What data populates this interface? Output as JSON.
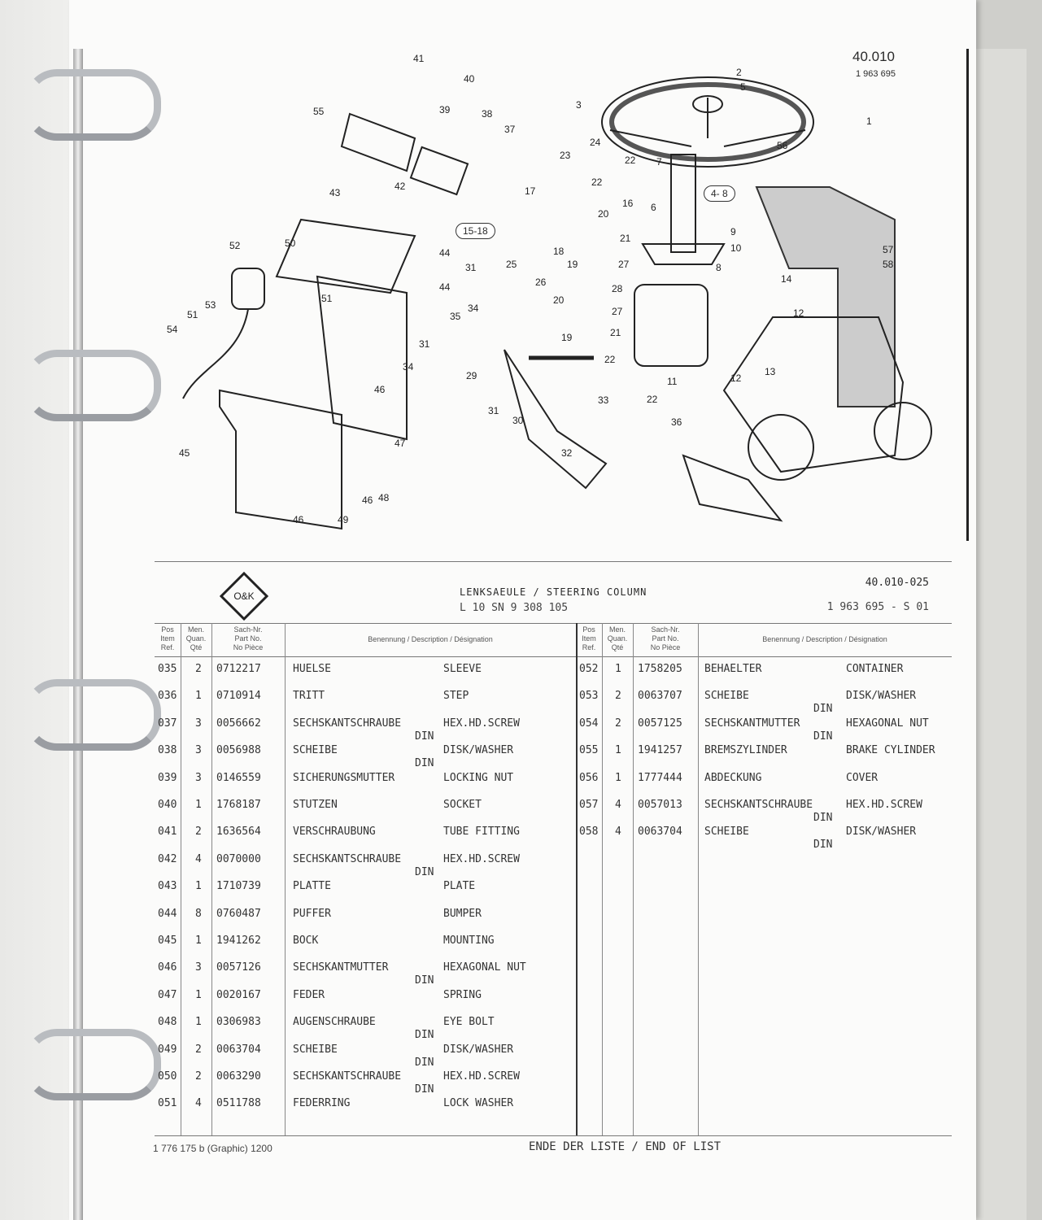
{
  "sheet": {
    "number": "40.010",
    "sub": "1 963 695"
  },
  "diagram": {
    "callouts": [
      "41",
      "40",
      "39",
      "38",
      "37",
      "55",
      "42",
      "43",
      "52",
      "50",
      "51",
      "53",
      "51",
      "54",
      "45",
      "47",
      "46",
      "49",
      "46",
      "48",
      "44",
      "44",
      "31",
      "35",
      "34",
      "31",
      "29",
      "31",
      "30",
      "32",
      "36",
      "46",
      "34",
      "23",
      "24",
      "22",
      "22",
      "16",
      "17",
      "25",
      "18",
      "19",
      "20",
      "21",
      "27",
      "26",
      "28",
      "20",
      "27",
      "19",
      "21",
      "22",
      "33",
      "22",
      "3",
      "2",
      "5",
      "1",
      "56",
      "7",
      "6",
      "9",
      "10",
      "8",
      "14",
      "12",
      "12",
      "13",
      "11",
      "57",
      "58"
    ],
    "tags": [
      "4- 8",
      "15-18"
    ]
  },
  "table": {
    "logo": "O&K",
    "title": "LENKSAEULE   / STEERING COLUMN",
    "subtitle": "L 10   SN  9 308 105",
    "doc_no": "40.010-025",
    "doc_sub": "1 963 695 - S 01",
    "headers": {
      "pos": "Pos\nItem\nRef.",
      "qty": "Men.\nQuan.\nQté",
      "part": "Sach-Nr.\nPart No.\nNo Pièce",
      "desc": "Benennung / Description / Désignation"
    },
    "left_rows": [
      {
        "pos": "035",
        "qty": "2",
        "part": "0712217",
        "de": "HUELSE",
        "en": "SLEEVE",
        "din": ""
      },
      {
        "pos": "036",
        "qty": "1",
        "part": "0710914",
        "de": "TRITT",
        "en": "STEP",
        "din": ""
      },
      {
        "pos": "037",
        "qty": "3",
        "part": "0056662",
        "de": "SECHSKANTSCHRAUBE",
        "en": "HEX.HD.SCREW",
        "din": "DIN"
      },
      {
        "pos": "038",
        "qty": "3",
        "part": "0056988",
        "de": "SCHEIBE",
        "en": "DISK/WASHER",
        "din": "DIN"
      },
      {
        "pos": "039",
        "qty": "3",
        "part": "0146559",
        "de": "SICHERUNGSMUTTER",
        "en": "LOCKING NUT",
        "din": ""
      },
      {
        "pos": "040",
        "qty": "1",
        "part": "1768187",
        "de": "STUTZEN",
        "en": "SOCKET",
        "din": ""
      },
      {
        "pos": "041",
        "qty": "2",
        "part": "1636564",
        "de": "VERSCHRAUBUNG",
        "en": "TUBE FITTING",
        "din": ""
      },
      {
        "pos": "042",
        "qty": "4",
        "part": "0070000",
        "de": "SECHSKANTSCHRAUBE",
        "en": "HEX.HD.SCREW",
        "din": "DIN"
      },
      {
        "pos": "043",
        "qty": "1",
        "part": "1710739",
        "de": "PLATTE",
        "en": "PLATE",
        "din": ""
      },
      {
        "pos": "044",
        "qty": "8",
        "part": "0760487",
        "de": "PUFFER",
        "en": "BUMPER",
        "din": ""
      },
      {
        "pos": "045",
        "qty": "1",
        "part": "1941262",
        "de": "BOCK",
        "en": "MOUNTING",
        "din": ""
      },
      {
        "pos": "046",
        "qty": "3",
        "part": "0057126",
        "de": "SECHSKANTMUTTER",
        "en": "HEXAGONAL NUT",
        "din": "DIN"
      },
      {
        "pos": "047",
        "qty": "1",
        "part": "0020167",
        "de": "FEDER",
        "en": "SPRING",
        "din": ""
      },
      {
        "pos": "048",
        "qty": "1",
        "part": "0306983",
        "de": "AUGENSCHRAUBE",
        "en": "EYE BOLT",
        "din": "DIN"
      },
      {
        "pos": "049",
        "qty": "2",
        "part": "0063704",
        "de": "SCHEIBE",
        "en": "DISK/WASHER",
        "din": "DIN"
      },
      {
        "pos": "050",
        "qty": "2",
        "part": "0063290",
        "de": "SECHSKANTSCHRAUBE",
        "en": "HEX.HD.SCREW",
        "din": "DIN"
      },
      {
        "pos": "051",
        "qty": "4",
        "part": "0511788",
        "de": "FEDERRING",
        "en": "LOCK WASHER",
        "din": ""
      }
    ],
    "right_rows": [
      {
        "pos": "052",
        "qty": "1",
        "part": "1758205",
        "de": "BEHAELTER",
        "en": "CONTAINER",
        "din": ""
      },
      {
        "pos": "053",
        "qty": "2",
        "part": "0063707",
        "de": "SCHEIBE",
        "en": "DISK/WASHER",
        "din": "DIN"
      },
      {
        "pos": "054",
        "qty": "2",
        "part": "0057125",
        "de": "SECHSKANTMUTTER",
        "en": "HEXAGONAL NUT",
        "din": "DIN"
      },
      {
        "pos": "055",
        "qty": "1",
        "part": "1941257",
        "de": "BREMSZYLINDER",
        "en": "BRAKE CYLINDER",
        "din": ""
      },
      {
        "pos": "056",
        "qty": "1",
        "part": "1777444",
        "de": "ABDECKUNG",
        "en": "COVER",
        "din": ""
      },
      {
        "pos": "057",
        "qty": "4",
        "part": "0057013",
        "de": "SECHSKANTSCHRAUBE",
        "en": "HEX.HD.SCREW",
        "din": "DIN"
      },
      {
        "pos": "058",
        "qty": "4",
        "part": "0063704",
        "de": "SCHEIBE",
        "en": "DISK/WASHER",
        "din": "DIN"
      }
    ]
  },
  "footer": {
    "form_no": "1 776 175 b (Graphic) 1200",
    "end": "ENDE DER LISTE   / END OF LIST"
  }
}
